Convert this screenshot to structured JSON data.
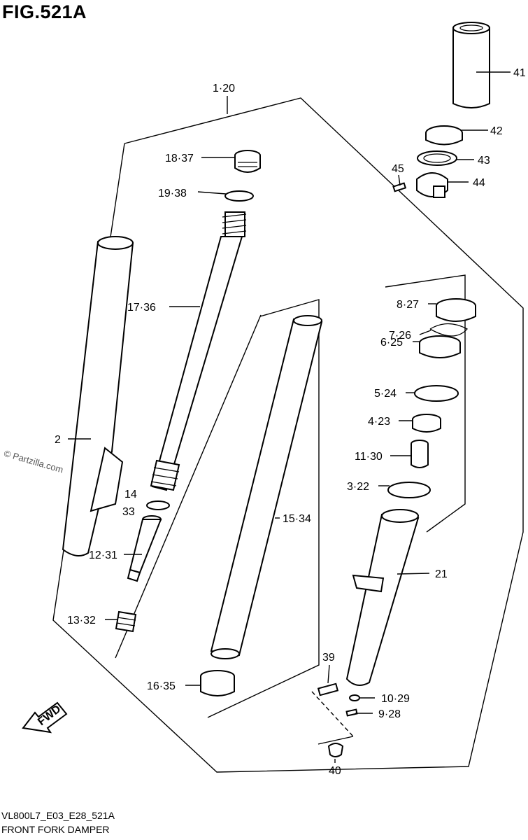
{
  "figure": {
    "title": "FIG.521A"
  },
  "watermark": "© Partzilla.com",
  "footer": {
    "code": "VL800L7_E03_E28_521A",
    "caption": "FRONT FORK DAMPER"
  },
  "fwd_label": "FWD",
  "callouts": {
    "c1": "1·20",
    "c2": "2",
    "c3": "3·22",
    "c4": "4·23",
    "c5": "5·24",
    "c6": "6·25",
    "c7": "7·26",
    "c8": "8·27",
    "c9": "9·28",
    "c10": "10·29",
    "c11": "11·30",
    "c12": "12·31",
    "c13": "13·32",
    "c14": "14",
    "c33": "33",
    "c15": "15·34",
    "c16": "16·35",
    "c17": "17·36",
    "c18": "18·37",
    "c19": "19·38",
    "c21": "21",
    "c39": "39",
    "c40": "40",
    "c41": "41",
    "c42": "42",
    "c43": "43",
    "c44": "44",
    "c45": "45"
  }
}
